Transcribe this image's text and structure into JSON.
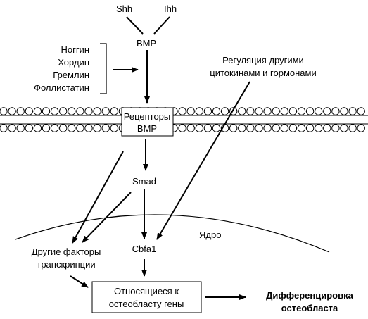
{
  "nodes": {
    "shh": "Shh",
    "ihh": "Ihh",
    "bmp": "BMP",
    "inhibitors": [
      "Ноггин",
      "Хордин",
      "Гремлин",
      "Фоллистатин"
    ],
    "regulation": [
      "Регуляция другими",
      "цитокинами и гормонами"
    ],
    "receptor": [
      "Рецепторы",
      "BMP"
    ],
    "smad": "Smad",
    "nucleus": "Ядро",
    "other_factors": [
      "Другие факторы",
      "транскрипции"
    ],
    "cbfa1": "Cbfa1",
    "genes": [
      "Относящиеся к",
      "остеобласту гены"
    ],
    "differentiation": [
      "Дифференцировка",
      "остеобласта"
    ]
  },
  "colors": {
    "line": "#000000",
    "background": "#ffffff",
    "membrane_fill": "#ffffff"
  }
}
